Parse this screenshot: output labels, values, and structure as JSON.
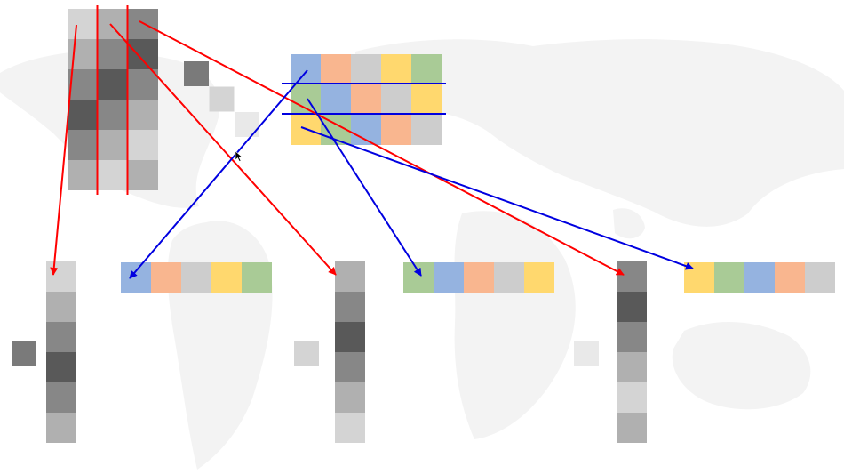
{
  "palette": {
    "gray_1": "#d4d4d4",
    "gray_2": "#b0b0b0",
    "gray_3": "#878787",
    "gray_4": "#595959",
    "gray_5": "#7a7a7a",
    "gray_6": "#e9e9e9",
    "blue": "#95b3e0",
    "orange": "#f9b68f",
    "lightgray": "#cdcdcd",
    "yellow": "#ffd86e",
    "green": "#a9cb96",
    "arrow_red": "#ff0000",
    "arrow_blue": "#0000e0",
    "map_fill": "#f3f3f3"
  },
  "gray_matrix": [
    [
      "gray_1",
      "gray_2",
      "gray_3"
    ],
    [
      "gray_2",
      "gray_3",
      "gray_4"
    ],
    [
      "gray_3",
      "gray_4",
      "gray_3"
    ],
    [
      "gray_4",
      "gray_3",
      "gray_2"
    ],
    [
      "gray_3",
      "gray_2",
      "gray_1"
    ],
    [
      "gray_2",
      "gray_1",
      "gray_2"
    ]
  ],
  "color_matrix": [
    [
      "blue",
      "orange",
      "lightgray",
      "yellow",
      "green"
    ],
    [
      "green",
      "blue",
      "orange",
      "lightgray",
      "yellow"
    ],
    [
      "yellow",
      "green",
      "blue",
      "orange",
      "lightgray"
    ]
  ],
  "diagonal_swatches": [
    "gray_5",
    "gray_1",
    "gray_6"
  ],
  "output_columns": [
    [
      "gray_1",
      "gray_2",
      "gray_3",
      "gray_4",
      "gray_3",
      "gray_2"
    ],
    [
      "gray_2",
      "gray_3",
      "gray_4",
      "gray_3",
      "gray_2",
      "gray_1"
    ],
    [
      "gray_3",
      "gray_4",
      "gray_3",
      "gray_2",
      "gray_1",
      "gray_2"
    ]
  ],
  "output_rows": [
    [
      "blue",
      "orange",
      "lightgray",
      "yellow",
      "green"
    ],
    [
      "green",
      "blue",
      "orange",
      "lightgray",
      "yellow"
    ],
    [
      "yellow",
      "green",
      "blue",
      "orange",
      "lightgray"
    ]
  ],
  "output_swatches": [
    "gray_5",
    "gray_1",
    "gray_6"
  ]
}
